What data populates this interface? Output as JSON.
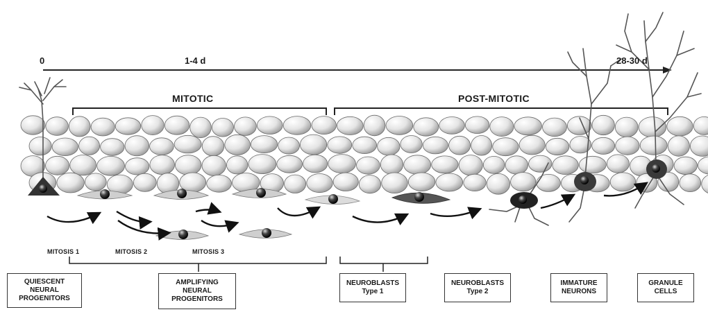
{
  "timeline": {
    "start_label": "0",
    "mid_label": "1-4 d",
    "end_label": "28-30 d"
  },
  "phases": {
    "mitotic": "MITOTIC",
    "post_mitotic": "POST-MITOTIC"
  },
  "mitoses": [
    "MITOSIS 1",
    "MITOSIS 2",
    "MITOSIS 3"
  ],
  "stages": [
    {
      "lines": [
        "QUIESCENT",
        "NEURAL",
        "PROGENITORS"
      ]
    },
    {
      "lines": [
        "AMPLIFYING",
        "NEURAL",
        "PROGENITORS"
      ]
    },
    {
      "lines": [
        "NEUROBLASTS",
        "Type 1"
      ]
    },
    {
      "lines": [
        "NEUROBLASTS",
        "Type 2"
      ]
    },
    {
      "lines": [
        "IMMATURE",
        "NEURONS"
      ]
    },
    {
      "lines": [
        "GRANULE",
        "CELLS"
      ]
    }
  ]
}
